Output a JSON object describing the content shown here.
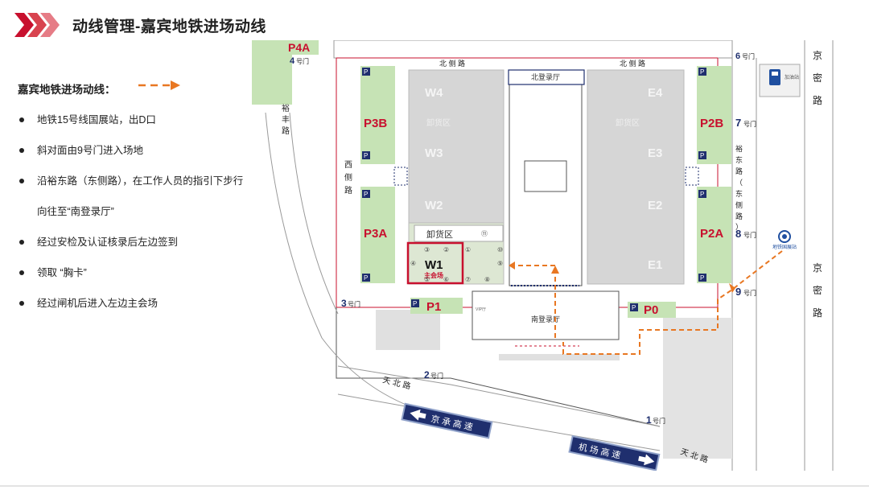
{
  "header": {
    "title": "动线管理-嘉宾地铁进场动线"
  },
  "legend": {
    "title": "嘉宾地铁进场动线："
  },
  "steps": [
    "地铁15号线国展站，出D口",
    "斜对面由9号门进入场地",
    "沿裕东路（东侧路），在工作人员的指引下步行",
    "向往至“南登录厅”",
    "经过安检及认证核录后左边签到",
    "领取 “胸卡”",
    "经过闸机后进入左边主会场"
  ],
  "map": {
    "halls": {
      "w4": "W4",
      "w3": "W3",
      "w2": "W2",
      "w1": "W1",
      "w1_sub": "主会场",
      "e4": "E4",
      "e3": "E3",
      "e2": "E2",
      "e1": "E1"
    },
    "unload": {
      "w4": "卸货区",
      "e3": "卸货区",
      "w1": "卸货区"
    },
    "parking": {
      "p4a": "P4A",
      "p3b": "P3B",
      "p3a": "P3A",
      "p2b": "P2B",
      "p2a": "P2A",
      "p1": "P1",
      "p0": "P0",
      "p_symbol": "P"
    },
    "gates": {
      "g4_num": "4",
      "g6_num": "6",
      "g7_num": "7",
      "g8_num": "8",
      "g9_num": "9",
      "g3_num": "3",
      "g2_num": "2",
      "g1_num": "1",
      "suffix": "号门"
    },
    "roads": {
      "north_left": "北 侧 路",
      "north_right": "北 侧 路",
      "west": [
        "西",
        "侧",
        "路"
      ],
      "yufeng": [
        "裕",
        "丰",
        "路"
      ],
      "yudong": [
        "裕",
        "东",
        "路",
        "（",
        "东",
        "侧",
        "路",
        "）"
      ],
      "jingmi_top": [
        "京",
        "密",
        "路"
      ],
      "jingmi_bottom": [
        "京",
        "密",
        "路"
      ],
      "tianbei_left": "天 北 路",
      "tianbei_right": "天 北 路",
      "jingcheng": "京 承 高 速",
      "jichang": "机 场 高 速"
    },
    "lobbies": {
      "north": "北登录厅",
      "south": "南登录厅"
    },
    "metro_label": "地铁国展站",
    "gas_label": "加油站",
    "circle_nums": [
      "①",
      "②",
      "③",
      "④",
      "⑤",
      "⑥",
      "⑦",
      "⑧",
      "⑨",
      "⑩",
      "⑪"
    ],
    "vip": "VIP厅"
  },
  "colors": {
    "accent": "#c8102e",
    "route": "#e87722",
    "parking_green": "#c6e3b5",
    "hall_gray": "#d6d6d6",
    "navy": "#1f2f6e"
  }
}
